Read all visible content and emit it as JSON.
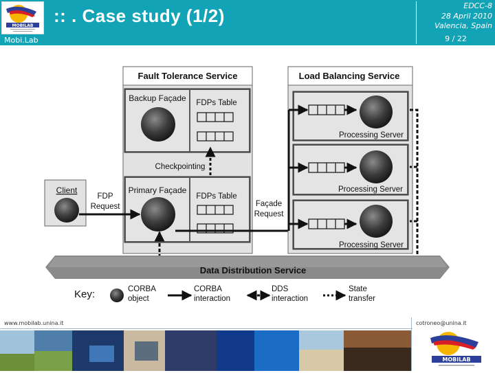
{
  "header": {
    "title": ":: . Case study (1/2)",
    "brand": "Mobi.Lab",
    "conference": [
      "EDCC-8",
      "28 April 2010",
      "Valencia, Spain"
    ],
    "page": "9 / 22",
    "logo_text": "MOBILAB"
  },
  "diagram": {
    "fault_tolerance_title": "Fault Tolerance Service",
    "load_balancing_title": "Load Balancing Service",
    "backup_facade": "Backup Façade",
    "primary_facade": "Primary Façade",
    "fdps_table": "FDPs Table",
    "checkpointing": "Checkpointing",
    "client": "Client",
    "fdp_request": [
      "FDP",
      "Request"
    ],
    "facade_request": [
      "Façade",
      "Request"
    ],
    "processing_server": "Processing Server",
    "dds": "Data Distribution Service",
    "key": {
      "label": "Key:",
      "items": [
        [
          "CORBA",
          "object"
        ],
        [
          "CORBA",
          "interaction"
        ],
        [
          "DDS",
          "interaction"
        ],
        [
          "State",
          "transfer"
        ]
      ]
    }
  },
  "footer": {
    "left": "www.mobilab.unina.it",
    "right": "cotroneo@unina.it"
  },
  "colors": {
    "header": "#12a3b7",
    "panel": "#e4e4e4",
    "dark_panel": "#5a5a5a",
    "dds_bar": "#8a8a8a"
  }
}
